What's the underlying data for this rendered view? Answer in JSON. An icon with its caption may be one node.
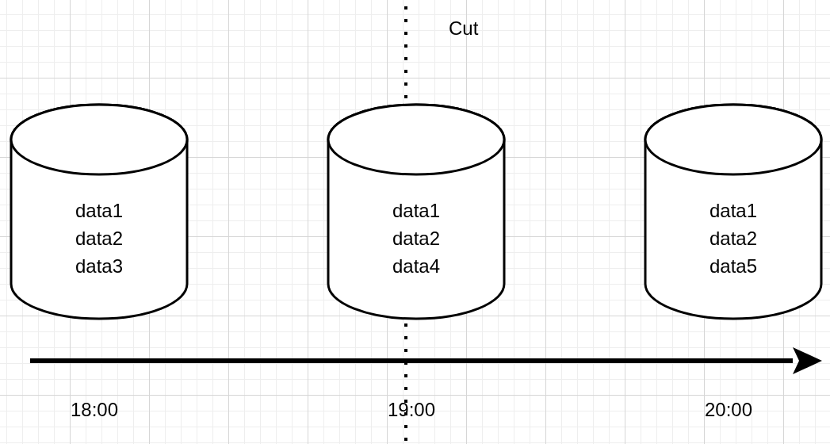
{
  "diagram": {
    "nodes": [
      {
        "text": [
          "data1 data2 data3"
        ]
      },
      {
        "text": [
          "data1 data2 data4"
        ]
      },
      {
        "text": [
          "data1 data2 data5"
        ]
      }
    ],
    "labels": [
      "Cut",
      "18:00",
      "19:00",
      "20:00"
    ]
  }
}
